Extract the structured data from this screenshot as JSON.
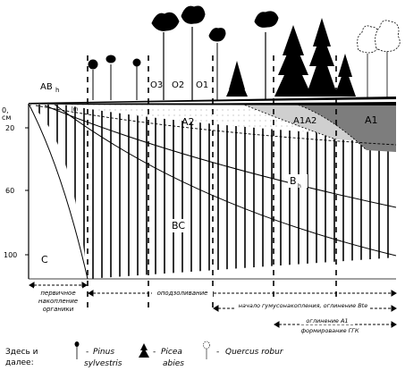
{
  "depth_axis": {
    "unit_top": "0,",
    "unit_bottom": "см",
    "ticks": [
      "20",
      "60",
      "100"
    ]
  },
  "horizons": {
    "abh_base": "AB",
    "abh_sub": "h",
    "o3": "O3",
    "o2": "O2",
    "o1": "O1",
    "a2": "A2",
    "a1a2": "A1A2",
    "a1": "A1",
    "bh_base": "B",
    "bh_sub": "h",
    "bc": "BC",
    "c": "C",
    "lm": "lm"
  },
  "stages": {
    "primary_line1": "первичное",
    "primary_line2": "накопление",
    "primary_line3": "органики",
    "podzolization": "оподзоливание",
    "humus_start": "начало гумусонакопления, оглинение Bte",
    "a1_clay": "оглинение A1",
    "gtk": "формирование ГГК"
  },
  "legend": {
    "intro_line1": "Здесь и",
    "intro_line2": "далее:",
    "pinus_line1": "Pinus",
    "pinus_line2": "sylvestris",
    "picea_line1": "Picea",
    "picea_line2": "abies",
    "quercus": "Quercus robur",
    "dash": "-"
  }
}
